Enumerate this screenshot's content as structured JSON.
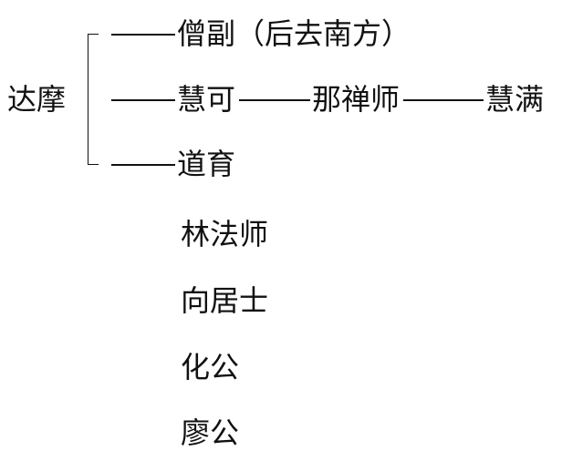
{
  "root": "达摩",
  "branches": [
    {
      "label": "僧副（后去南方）"
    },
    {
      "label": "慧可",
      "chain": [
        "那禅师",
        "慧满"
      ]
    },
    {
      "label": "道育"
    }
  ],
  "others": [
    "林法师",
    "向居士",
    "化公",
    "廖公"
  ]
}
